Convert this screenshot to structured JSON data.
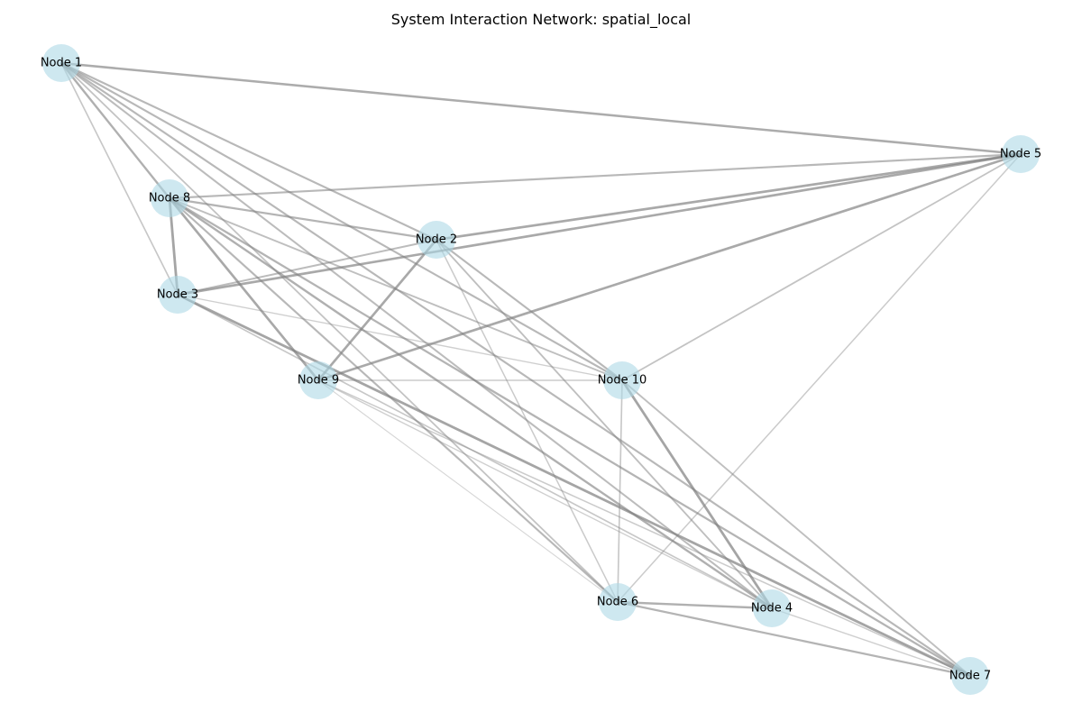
{
  "title": "System Interaction Network: spatial_local",
  "node_color": "#add8e6",
  "edge_color": "#808080",
  "nodes": [
    {
      "id": "n1",
      "label": "Node 1"
    },
    {
      "id": "n2",
      "label": "Node 2"
    },
    {
      "id": "n3",
      "label": "Node 3"
    },
    {
      "id": "n4",
      "label": "Node 4"
    },
    {
      "id": "n5",
      "label": "Node 5"
    },
    {
      "id": "n6",
      "label": "Node 6"
    },
    {
      "id": "n7",
      "label": "Node 7"
    },
    {
      "id": "n8",
      "label": "Node 8"
    },
    {
      "id": "n9",
      "label": "Node 9"
    },
    {
      "id": "n10",
      "label": "Node 10"
    }
  ],
  "edges": [
    {
      "source": "n1",
      "target": "n5",
      "weight": 0.75
    },
    {
      "source": "n1",
      "target": "n2",
      "weight": 0.6
    },
    {
      "source": "n1",
      "target": "n8",
      "weight": 0.7
    },
    {
      "source": "n1",
      "target": "n3",
      "weight": 0.4
    },
    {
      "source": "n1",
      "target": "n10",
      "weight": 0.6
    },
    {
      "source": "n1",
      "target": "n4",
      "weight": 0.55
    },
    {
      "source": "n1",
      "target": "n7",
      "weight": 0.6
    },
    {
      "source": "n1",
      "target": "n6",
      "weight": 0.45
    },
    {
      "source": "n8",
      "target": "n5",
      "weight": 0.6
    },
    {
      "source": "n8",
      "target": "n2",
      "weight": 0.65
    },
    {
      "source": "n8",
      "target": "n3",
      "weight": 0.85
    },
    {
      "source": "n8",
      "target": "n9",
      "weight": 0.8
    },
    {
      "source": "n8",
      "target": "n10",
      "weight": 0.5
    },
    {
      "source": "n8",
      "target": "n6",
      "weight": 0.6
    },
    {
      "source": "n8",
      "target": "n4",
      "weight": 0.7
    },
    {
      "source": "n8",
      "target": "n7",
      "weight": 0.65
    },
    {
      "source": "n2",
      "target": "n5",
      "weight": 0.8
    },
    {
      "source": "n2",
      "target": "n3",
      "weight": 0.55
    },
    {
      "source": "n2",
      "target": "n9",
      "weight": 0.8
    },
    {
      "source": "n2",
      "target": "n10",
      "weight": 0.6
    },
    {
      "source": "n2",
      "target": "n4",
      "weight": 0.5
    },
    {
      "source": "n2",
      "target": "n6",
      "weight": 0.35
    },
    {
      "source": "n3",
      "target": "n5",
      "weight": 0.8
    },
    {
      "source": "n3",
      "target": "n7",
      "weight": 0.85
    },
    {
      "source": "n3",
      "target": "n10",
      "weight": 0.3
    },
    {
      "source": "n3",
      "target": "n4",
      "weight": 0.4
    },
    {
      "source": "n9",
      "target": "n5",
      "weight": 0.8
    },
    {
      "source": "n9",
      "target": "n10",
      "weight": 0.35
    },
    {
      "source": "n9",
      "target": "n7",
      "weight": 0.35
    },
    {
      "source": "n9",
      "target": "n4",
      "weight": 0.3
    },
    {
      "source": "n9",
      "target": "n6",
      "weight": 0.2
    },
    {
      "source": "n10",
      "target": "n5",
      "weight": 0.45
    },
    {
      "source": "n10",
      "target": "n4",
      "weight": 0.85
    },
    {
      "source": "n10",
      "target": "n6",
      "weight": 0.4
    },
    {
      "source": "n10",
      "target": "n7",
      "weight": 0.5
    },
    {
      "source": "n5",
      "target": "n6",
      "weight": 0.35
    },
    {
      "source": "n6",
      "target": "n4",
      "weight": 0.7
    },
    {
      "source": "n6",
      "target": "n7",
      "weight": 0.65
    },
    {
      "source": "n4",
      "target": "n7",
      "weight": 0.3
    }
  ]
}
